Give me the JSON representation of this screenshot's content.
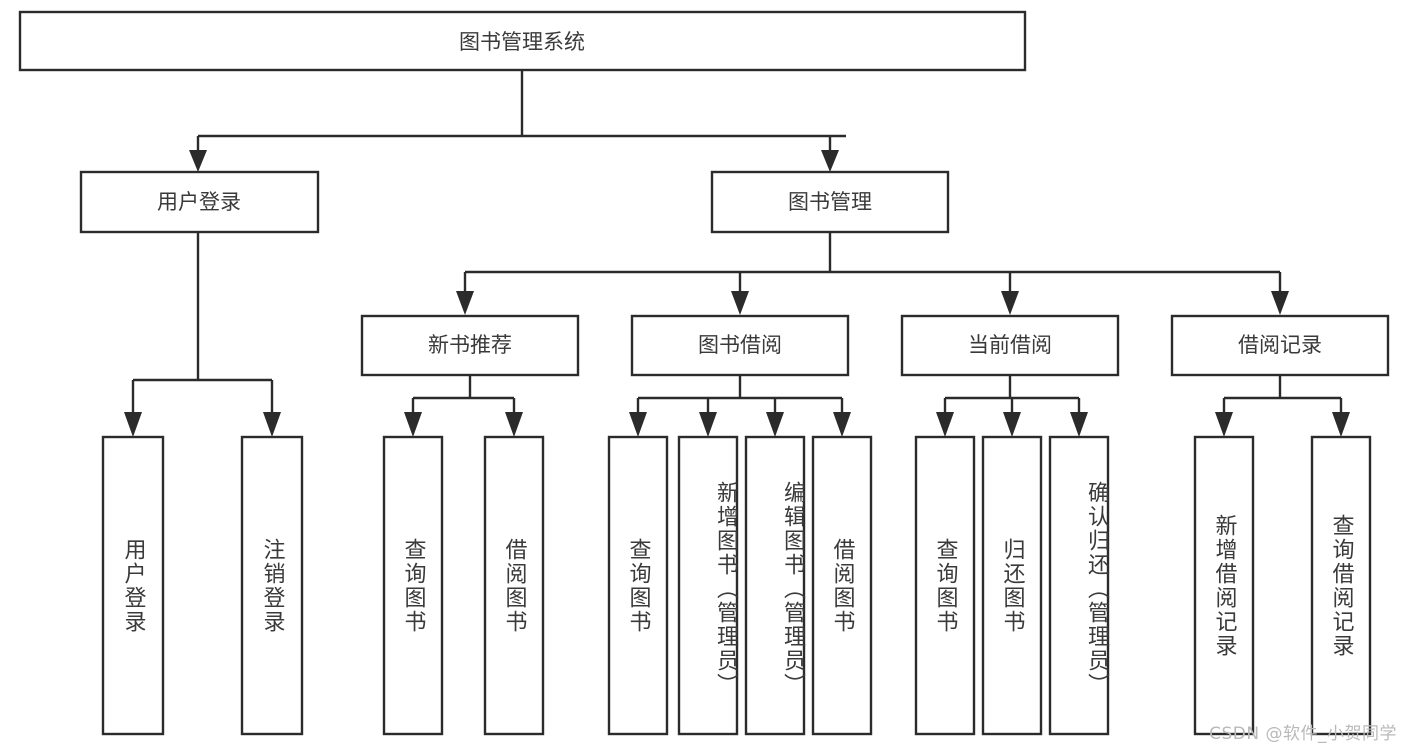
{
  "diagram": {
    "type": "tree-hierarchy",
    "title": "图书管理系统",
    "watermark": "CSDN @软件_小贺同学",
    "colors": {
      "background": "#ffffff",
      "stroke": "#2b2b2b",
      "text": "#3a3a3a",
      "watermark": "#b9b9b9"
    },
    "root": {
      "label": "图书管理系统"
    },
    "level2": [
      {
        "id": "user-login",
        "label": "用户登录"
      },
      {
        "id": "book-management",
        "label": "图书管理"
      }
    ],
    "level3": [
      {
        "id": "new-book-recommend",
        "label": "新书推荐",
        "parent": "book-management"
      },
      {
        "id": "book-borrow",
        "label": "图书借阅",
        "parent": "book-management"
      },
      {
        "id": "current-borrow",
        "label": "当前借阅",
        "parent": "book-management"
      },
      {
        "id": "borrow-record",
        "label": "借阅记录",
        "parent": "book-management"
      }
    ],
    "leaves": [
      {
        "id": "leaf-user-login",
        "label": "用户登录",
        "parent": "user-login"
      },
      {
        "id": "leaf-logout-login",
        "label": "注销登录",
        "parent": "user-login"
      },
      {
        "id": "leaf-query-book-1",
        "label": "查询图书",
        "parent": "new-book-recommend"
      },
      {
        "id": "leaf-borrow-book-1",
        "label": "借阅图书",
        "parent": "new-book-recommend"
      },
      {
        "id": "leaf-query-book-2",
        "label": "查询图书",
        "parent": "book-borrow"
      },
      {
        "id": "leaf-add-book",
        "label": "新增图书（管理员）",
        "parent": "book-borrow"
      },
      {
        "id": "leaf-edit-book",
        "label": "编辑图书（管理员）",
        "parent": "book-borrow"
      },
      {
        "id": "leaf-borrow-book-2",
        "label": "借阅图书",
        "parent": "book-borrow"
      },
      {
        "id": "leaf-query-book-3",
        "label": "查询图书",
        "parent": "current-borrow"
      },
      {
        "id": "leaf-return-book",
        "label": "归还图书",
        "parent": "current-borrow"
      },
      {
        "id": "leaf-confirm-return",
        "label": "确认归还（管理员）",
        "parent": "current-borrow"
      },
      {
        "id": "leaf-add-record",
        "label": "新增借阅记录",
        "parent": "borrow-record"
      },
      {
        "id": "leaf-query-record",
        "label": "查询借阅记录",
        "parent": "borrow-record"
      }
    ]
  }
}
